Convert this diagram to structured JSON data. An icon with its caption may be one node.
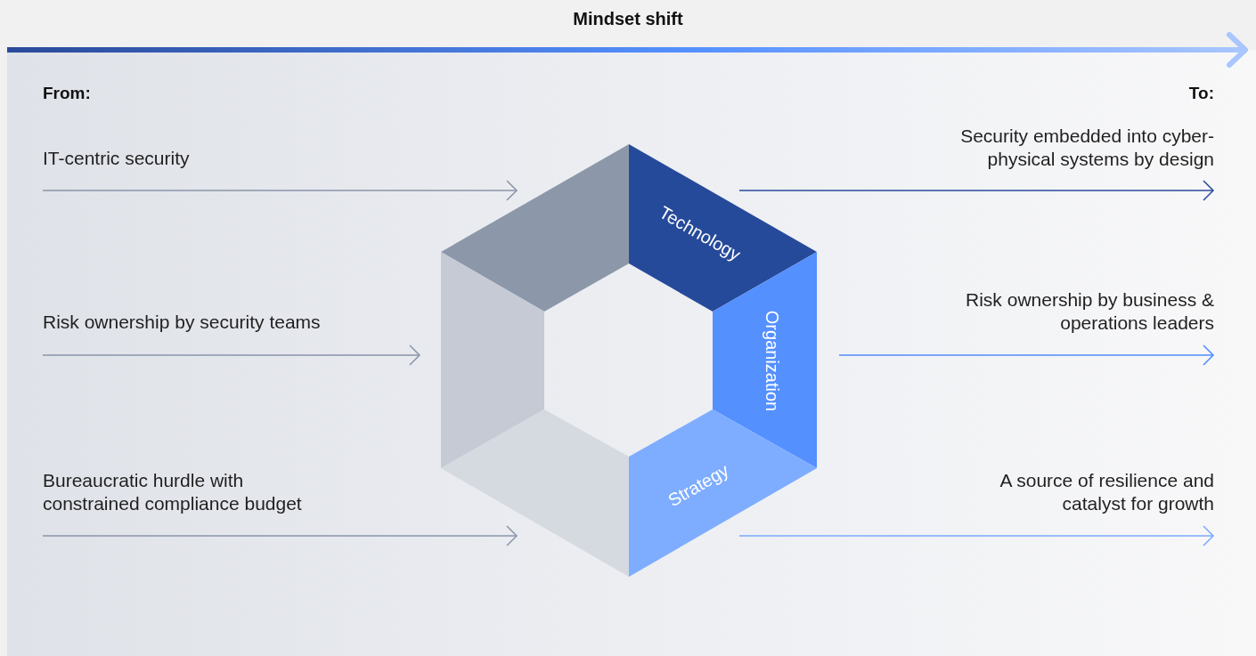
{
  "diagram": {
    "title": "Mindset shift",
    "nodes": [
      {
        "text": [
          "IT-centric security"
        ]
      },
      {
        "text": [
          "Risk ownership by security teams"
        ]
      },
      {
        "text": [
          "Bureaucratic hurdle with constrained compliance budget"
        ]
      },
      {
        "text": [],
        "shape": "box"
      },
      {
        "text": [],
        "shape": "box"
      },
      {
        "text": [],
        "shape": "box"
      },
      {
        "text": [
          "Technology"
        ]
      },
      {
        "text": [
          "Organization"
        ]
      },
      {
        "text": [
          "Strategy"
        ]
      },
      {
        "text": [
          "Security embedded into cyber-physical systems by design"
        ]
      },
      {
        "text": [
          "Risk ownership by business & operations leaders"
        ]
      },
      {
        "text": [
          "A source of resilience and catalyst for growth"
        ]
      }
    ],
    "edges": [
      {
        "from": 0,
        "to": 3,
        "arrow": "to"
      },
      {
        "from": 1,
        "to": 4,
        "arrow": "to"
      },
      {
        "from": 2,
        "to": 5,
        "arrow": "to"
      },
      {
        "from": 6,
        "to": 9,
        "arrow": "to",
        "color": "#2a4a9a"
      },
      {
        "from": 7,
        "to": 10,
        "arrow": "to",
        "color": "#4f8cff"
      },
      {
        "from": 8,
        "to": 11,
        "arrow": "to",
        "color": "#7aa8ff"
      }
    ],
    "labels": [
      "From:",
      "To:"
    ]
  }
}
